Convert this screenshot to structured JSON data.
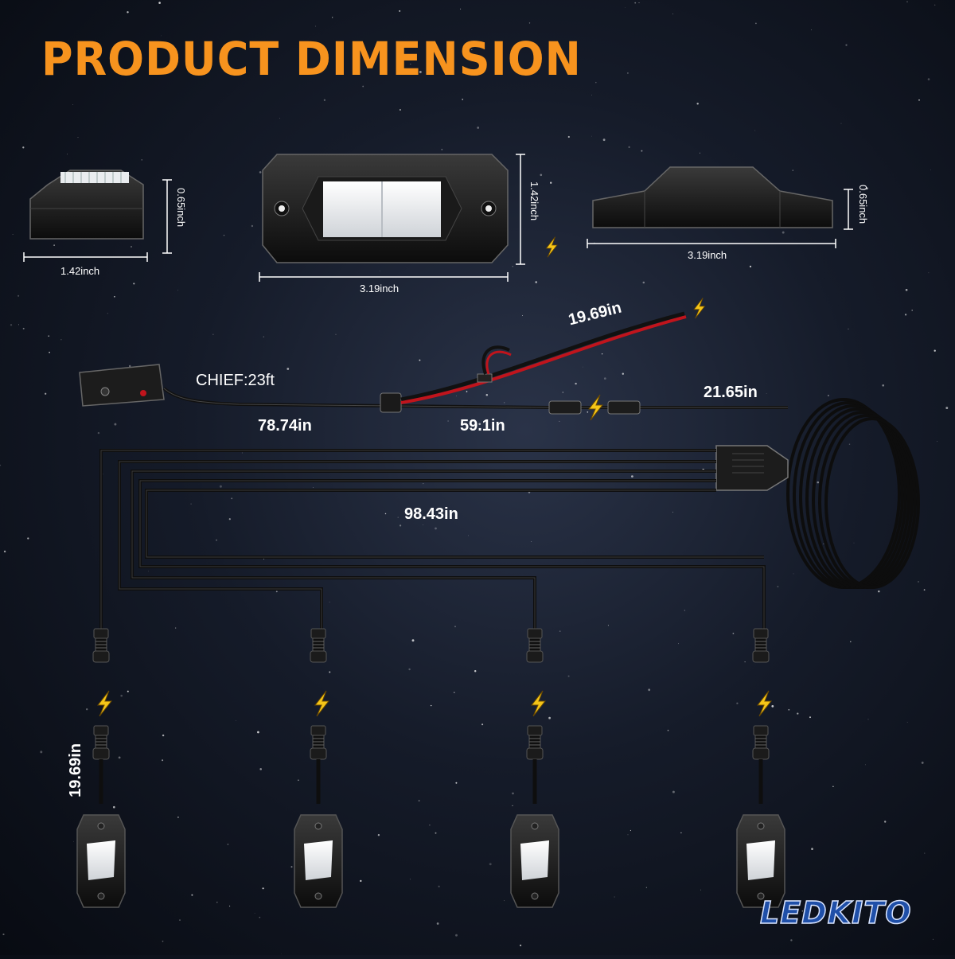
{
  "title": "PRODUCT DIMENSION",
  "dimensions": {
    "side_width": "1.42inch",
    "side_height": "0.65inch",
    "top_width": "3.19inch",
    "top_height": "1.42inch",
    "profile_width": "3.19inch",
    "profile_height": "0.65inch"
  },
  "cable_labels": {
    "power_lead": "19.69in",
    "chief": "CHIEF:23ft",
    "controller_cable": "78.74in",
    "mid_cable": "59.1in",
    "extension": "21.65in",
    "harness": "98.43in",
    "pod_lead": "19.69in"
  },
  "brand": "LEDKITO",
  "colors": {
    "title": "#f7931e",
    "wire_red": "#c0141c",
    "bolt": "#f5c518"
  }
}
